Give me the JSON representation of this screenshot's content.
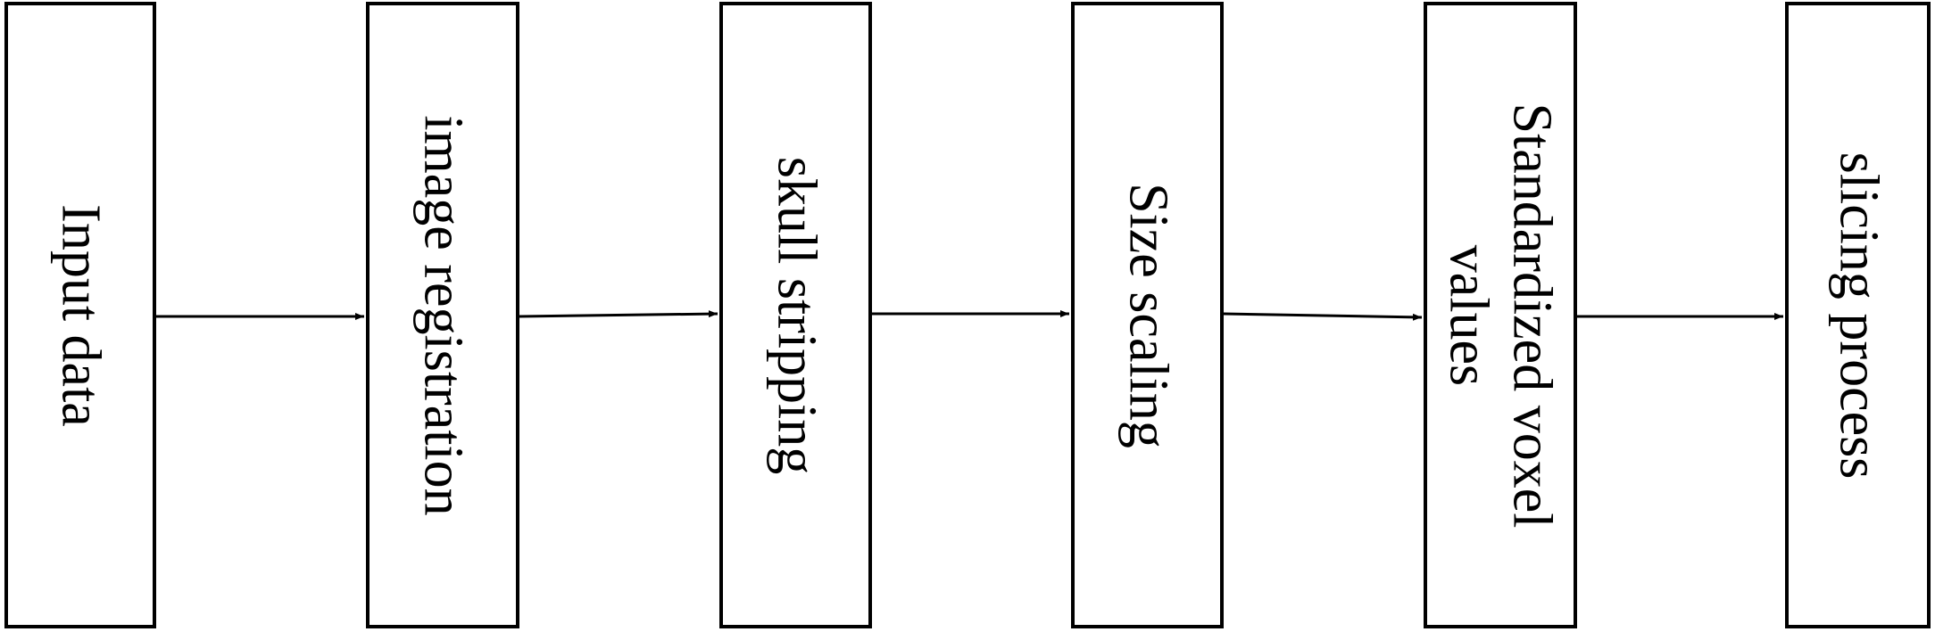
{
  "diagram": {
    "steps": [
      {
        "label": "Input data"
      },
      {
        "label": "image registration"
      },
      {
        "label": "skull stripping"
      },
      {
        "label": "Size scaling"
      },
      {
        "label": "Standardized voxel values"
      },
      {
        "label": "slicing process"
      }
    ],
    "colors": {
      "stroke": "#000000",
      "background": "#ffffff"
    }
  }
}
